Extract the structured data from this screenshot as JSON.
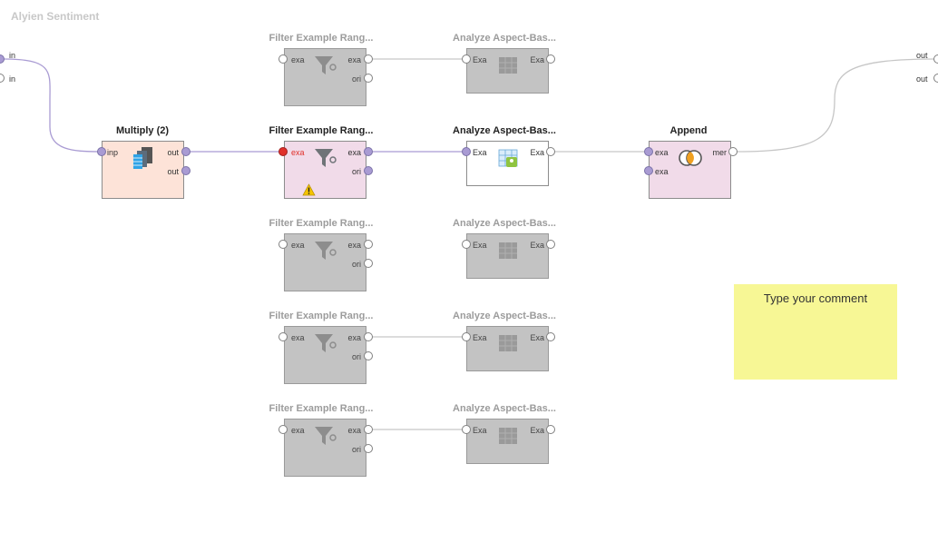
{
  "canvas": {
    "title": "Alyien Sentiment"
  },
  "process_ports": {
    "inputs": [
      "in",
      "in"
    ],
    "outputs": [
      "out",
      "out"
    ]
  },
  "multiply": {
    "title": "Multiply (2)",
    "in_port": "inp",
    "out_ports": [
      "out",
      "out"
    ]
  },
  "filters": [
    {
      "title": "Filter Example Rang...",
      "in_port": "exa",
      "out_ports": [
        "exa",
        "ori"
      ]
    },
    {
      "title": "Filter Example Rang...",
      "in_port": "exa",
      "out_ports": [
        "exa",
        "ori"
      ]
    },
    {
      "title": "Filter Example Rang...",
      "in_port": "exa",
      "out_ports": [
        "exa",
        "ori"
      ]
    },
    {
      "title": "Filter Example Rang...",
      "in_port": "exa",
      "out_ports": [
        "exa",
        "ori"
      ]
    },
    {
      "title": "Filter Example Rang...",
      "in_port": "exa",
      "out_ports": [
        "exa",
        "ori"
      ]
    }
  ],
  "analyzers": [
    {
      "title": "Analyze Aspect-Bas...",
      "in_port": "Exa",
      "out_port": "Exa"
    },
    {
      "title": "Analyze Aspect-Bas...",
      "in_port": "Exa",
      "out_port": "Exa"
    },
    {
      "title": "Analyze Aspect-Bas...",
      "in_port": "Exa",
      "out_port": "Exa"
    },
    {
      "title": "Analyze Aspect-Bas...",
      "in_port": "Exa",
      "out_port": "Exa"
    },
    {
      "title": "Analyze Aspect-Bas...",
      "in_port": "Exa",
      "out_port": "Exa"
    }
  ],
  "append": {
    "title": "Append",
    "in_ports": [
      "exa",
      "exa"
    ],
    "out_port": "mer"
  },
  "comment": {
    "text": "Type your comment"
  },
  "colors": {
    "active_wire": "#a99bd3",
    "disabled_wire": "#c0c0c0",
    "error": "#e0302a",
    "warning": "#f5c400"
  }
}
